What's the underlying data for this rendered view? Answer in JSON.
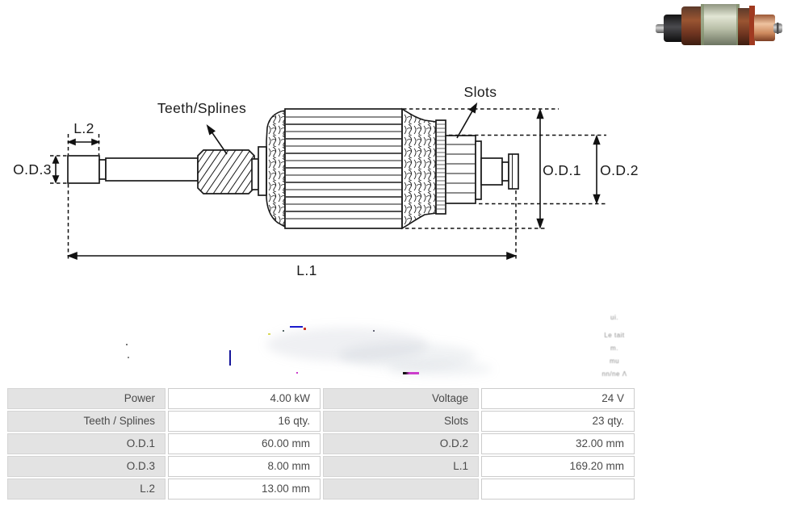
{
  "diagram": {
    "labels": {
      "l2": "L.2",
      "od3": "O.D.3",
      "teeth_splines": "Teeth/Splines",
      "slots": "Slots",
      "od1": "O.D.1",
      "od2": "O.D.2",
      "l1": "L.1"
    }
  },
  "photo": {
    "description": "armature product photo"
  },
  "watermark": {
    "fragments": [
      "ui.",
      "Le tait",
      "m.",
      "mu",
      "nn/ne Λ"
    ]
  },
  "table": {
    "rows": [
      [
        "Power",
        "4.00 kW",
        "Voltage",
        "24 V"
      ],
      [
        "Teeth / Splines",
        "16 qty.",
        "Slots",
        "23 qty."
      ],
      [
        "O.D.1",
        "60.00 mm",
        "O.D.2",
        "32.00 mm"
      ],
      [
        "O.D.3",
        "8.00 mm",
        "L.1",
        "169.20 mm"
      ],
      [
        "L.2",
        "13.00 mm",
        "",
        ""
      ]
    ]
  },
  "colors": {
    "line": "#1a1a1a",
    "table_label_bg": "#e3e3e3",
    "table_text": "#4a4a4a",
    "table_border": "#cccccc",
    "copper": "#8a4a2e",
    "core_metal": "#c3c9b2"
  }
}
